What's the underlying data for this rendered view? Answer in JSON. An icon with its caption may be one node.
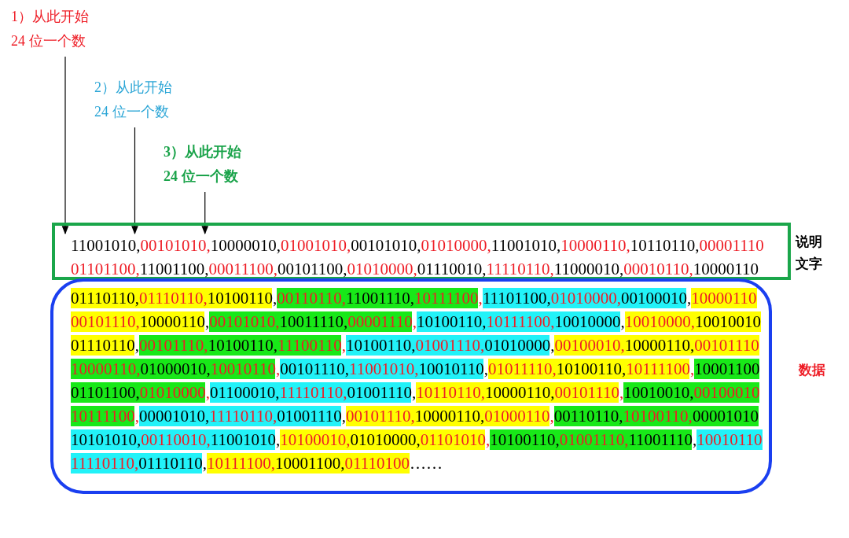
{
  "diagram": {
    "nodes": [
      {
        "text": [
          "1）从此开始",
          "24 位一个数"
        ]
      },
      {
        "text": [
          "2）从此开始",
          "24 位一个数"
        ]
      },
      {
        "text": [
          "3）从此开始",
          "24 位一个数"
        ]
      },
      {
        "text": [
          "11001010,",
          "00101010,",
          "10000010,",
          "01001010,",
          "00101010,",
          "01010000,",
          "11001010,",
          "10000110,",
          "10110110,",
          "00001110",
          "01101100,",
          "11001100,",
          "00011100,",
          "00101100,",
          "01010000,",
          "01110010,",
          "11110110,",
          "11000010,",
          "00010110,",
          "10000110"
        ],
        "beside": [
          "说明文字"
        ]
      },
      {
        "text": [
          "01110110,",
          "01110110,",
          "10100110,",
          "00110110,",
          "11001110,",
          "10111100,",
          "11101100,",
          "01010000,",
          "00100010,",
          "10000110",
          "00101110,",
          "10000110,",
          "00101010,",
          "10011110,",
          "00001110,",
          "10100110,",
          "10111100,",
          "10010000,",
          "10010000,",
          "10010010",
          "01110110,",
          "00101110,",
          "10100110,",
          "11100110,",
          "10100110,",
          "01001110,",
          "01010000,",
          "00100010,",
          "10000110,",
          "00101110",
          "10000110,",
          "01000010,",
          "10010110,",
          "00101110,",
          "11001010,",
          "10010110,",
          "01011110,",
          "10100110,",
          "10111100,",
          "10001100",
          "01101100,",
          "01010000,",
          "01100010,",
          "11110110,",
          "01001110,",
          "10110110,",
          "10000110,",
          "00101110,",
          "10010010,",
          "00100010",
          "10111100,",
          "00001010,",
          "11110110,",
          "01001110,",
          "00101110,",
          "10000110,",
          "01000110,",
          "00110110,",
          "10100110,",
          "00001010",
          "10101010,",
          "00110010,",
          "11001010,",
          "10100010,",
          "01010000,",
          "01101010,",
          "10100110,",
          "01001110,",
          "11001110,",
          "10010110",
          "11110110,",
          "01110110,",
          "10111100,",
          "10001100,",
          "01110100",
          "……"
        ],
        "beside": [
          "数据"
        ]
      }
    ],
    "edges": [
      {
        "from": 0,
        "to": 3,
        "arrow": "to"
      },
      {
        "from": 1,
        "to": 3,
        "arrow": "to"
      },
      {
        "from": 2,
        "to": 3,
        "arrow": "to"
      }
    ]
  }
}
